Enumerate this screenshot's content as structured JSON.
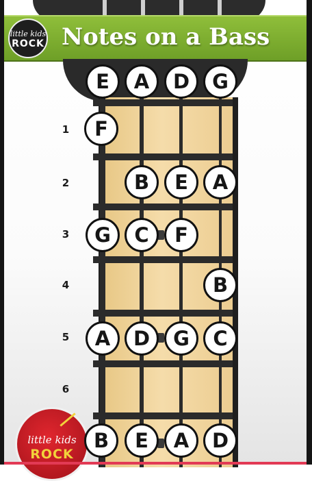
{
  "header": {
    "title": "Notes on a Bass",
    "logo_line1": "little kids",
    "logo_line2": "ROCK"
  },
  "badge": {
    "line1": "little kids",
    "line2": "ROCK"
  },
  "open_strings": [
    "E",
    "A",
    "D",
    "G"
  ],
  "fret_numbers": [
    "1",
    "2",
    "3",
    "4",
    "5",
    "6"
  ],
  "notes_by_fret": {
    "fret1": [
      "F",
      "",
      "",
      ""
    ],
    "fret2": [
      "",
      "B",
      "E",
      "A"
    ],
    "fret3": [
      "G",
      "C",
      "F",
      ""
    ],
    "fret4": [
      "",
      "",
      "",
      "B"
    ],
    "fret5": [
      "A",
      "D",
      "G",
      "C"
    ],
    "fret7": [
      "B",
      "E",
      "A",
      "D"
    ]
  },
  "colors": {
    "banner": "#7bab2e",
    "fretboard": "#f2d6a0",
    "badge": "#c91a22"
  }
}
